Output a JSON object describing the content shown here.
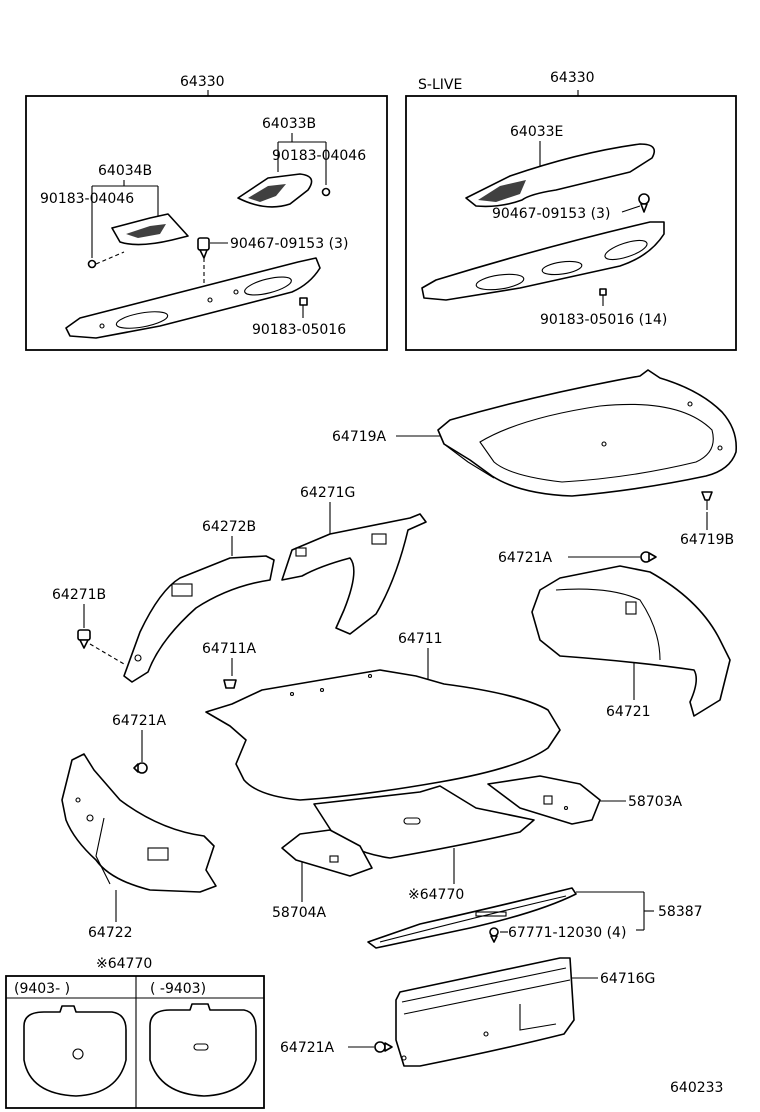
{
  "figure_id": "640233",
  "boxes": {
    "left": {
      "title": "64330",
      "labels": {
        "p64033b": "64033B",
        "c90183_right": "90183-04046",
        "p64034b": "64034B",
        "c90183_left": "90183-04046",
        "c90467": "90467-09153 (3)",
        "c90183_05016": "90183-05016"
      }
    },
    "right": {
      "variant": "S-LIVE",
      "title": "64330",
      "labels": {
        "p64033e": "64033E",
        "c90467": "90467-09153 (3)",
        "c90183_05016": "90183-05016 (14)"
      }
    }
  },
  "parts": {
    "p64719a": "64719A",
    "p64719b": "64719B",
    "p64271g": "64271G",
    "p64272b": "64272B",
    "p64271b": "64271B",
    "p64721a_top": "64721A",
    "p64711": "64711",
    "p64711a": "64711A",
    "p64721": "64721",
    "p64721a_left": "64721A",
    "p58703a": "58703A",
    "p64722": "64722",
    "p58704a": "58704A",
    "p64770": "※64770",
    "p58387": "58387",
    "c67771": "67771-12030 (4)",
    "p64716g": "64716G",
    "p64721a_bottom": "64721A"
  },
  "inset": {
    "title": "※64770",
    "col1": "(9403-        )",
    "col2": "(        -9403)"
  }
}
